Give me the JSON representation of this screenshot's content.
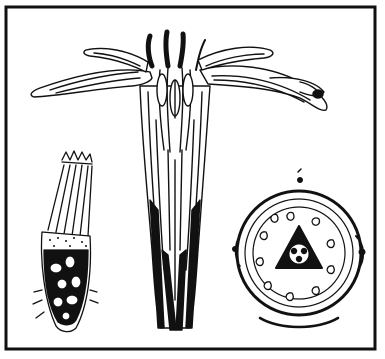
{
  "figure": {
    "ink_color": "#111111",
    "paper_color": "#ffffff",
    "panels": [
      {
        "id": "flower-longitudinal-section"
      },
      {
        "id": "fruit-with-pappus"
      },
      {
        "id": "floral-diagram"
      }
    ]
  }
}
